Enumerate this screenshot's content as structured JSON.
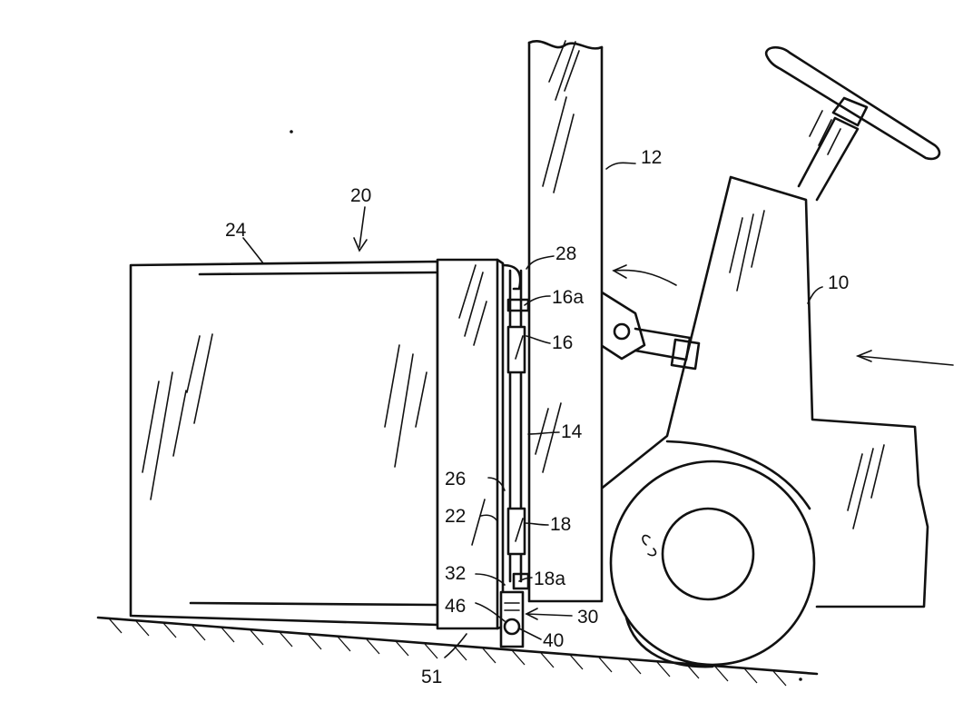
{
  "labels": {
    "l10": "10",
    "l12": "12",
    "l14": "14",
    "l16": "16",
    "l16a": "16a",
    "l18": "18",
    "l18a": "18a",
    "l20": "20",
    "l22": "22",
    "l24": "24",
    "l26": "26",
    "l28": "28",
    "l30": "30",
    "l32": "32",
    "l40": "40",
    "l46": "46",
    "l51": "51"
  }
}
